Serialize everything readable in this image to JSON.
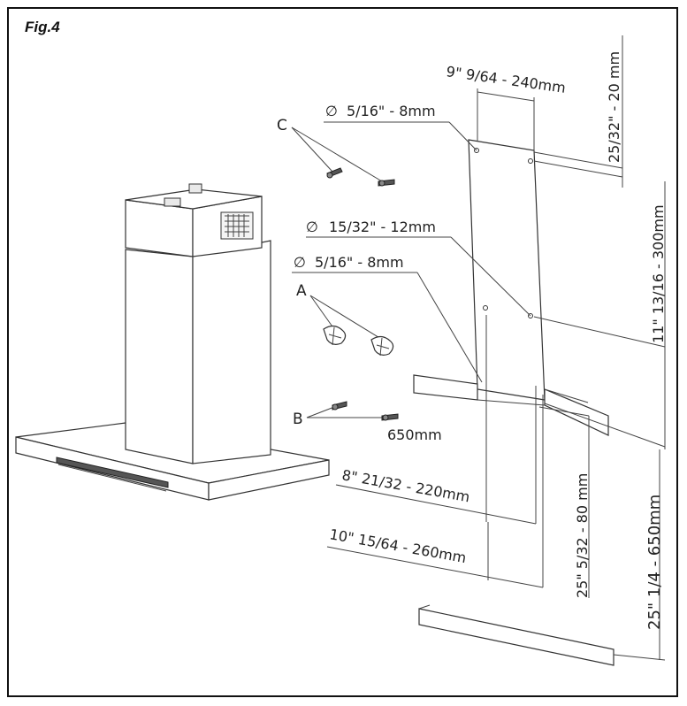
{
  "figure": {
    "label": "Fig.4"
  },
  "dimensions": {
    "bracket_width": "9\" 9/64 - 240mm",
    "top_offset": "25/32\" - 20 mm",
    "hole_small_top": "5/16\" - 8mm",
    "hole_large": "15/32\" - 12mm",
    "hole_small_mid": "5/16\" - 8mm",
    "height_300": "11\" 13/16 - 300mm",
    "offset_80": "25\" 5/32 - 80 mm",
    "height_650_side": "25\" 1/4 - 650mm",
    "width_220": "8\" 21/32 - 220mm",
    "width_260": "10\" 15/64 - 260mm",
    "height_650_b": "650mm"
  },
  "parts": {
    "a": "A",
    "b": "B",
    "c": "C"
  }
}
